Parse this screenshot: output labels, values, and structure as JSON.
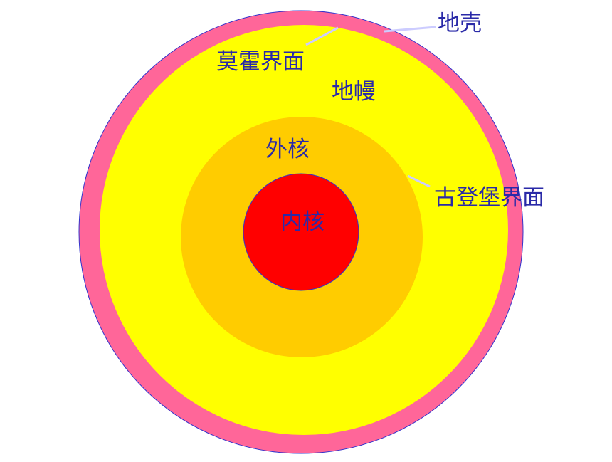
{
  "diagram": {
    "layers": [
      {
        "id": "crust",
        "color": "#ff6699"
      },
      {
        "id": "mantle",
        "color": "#ffff00"
      },
      {
        "id": "outer-core",
        "color": "#ffcc00"
      },
      {
        "id": "inner-core",
        "color": "#ff0000"
      }
    ],
    "outline_color": "#3333cc",
    "leader_color": "#ccccff",
    "labels": {
      "crust": "地壳",
      "moho": "莫霍界面",
      "mantle": "地幔",
      "outer_core": "外核",
      "gutenberg": "古登堡界面",
      "inner_core": "内核"
    },
    "label_color": "#2a2aa8"
  }
}
